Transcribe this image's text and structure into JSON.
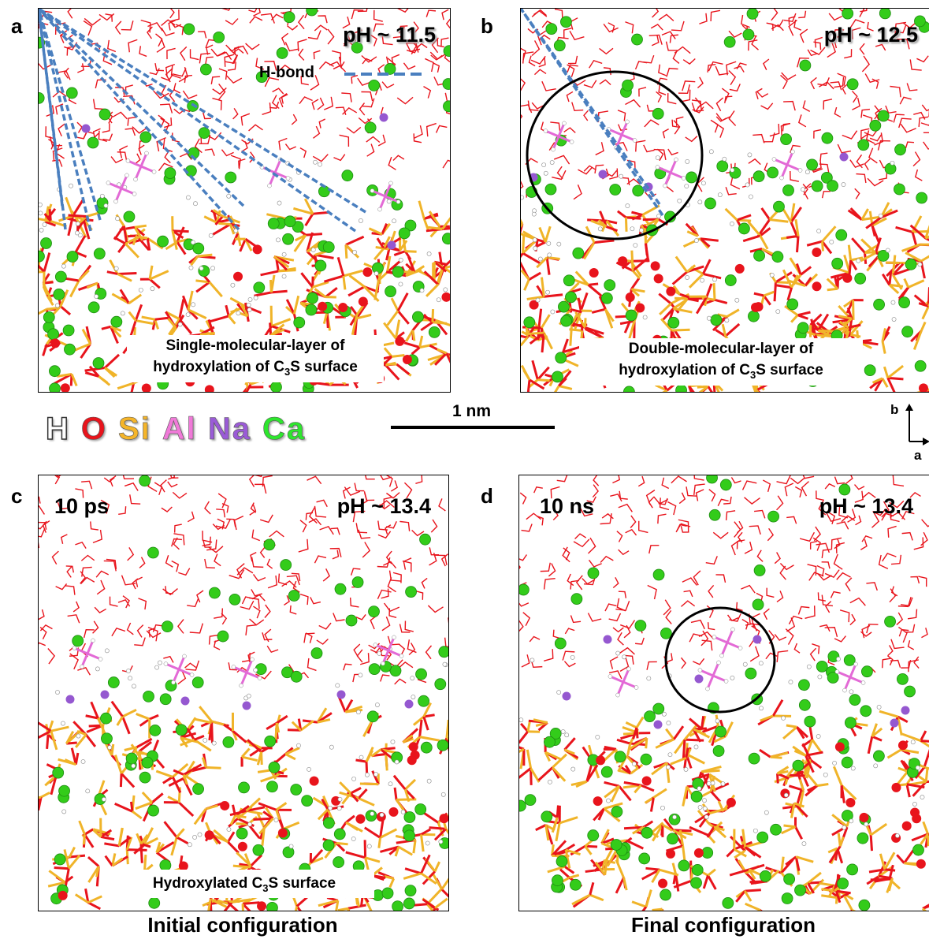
{
  "panels": [
    {
      "letter": "a",
      "ph": "pH ~ 11.5",
      "time": "",
      "caption_line1": "Single-molecular-layer of",
      "caption_line2_pre": "hydroxylation of C",
      "caption_line2_sub": "3",
      "caption_line2_post": "S surface",
      "hbond_label": "H-bond"
    },
    {
      "letter": "b",
      "ph": "pH ~ 12.5",
      "time": "",
      "caption_line1": "Double-molecular-layer of",
      "caption_line2_pre": "hydroxylation of C",
      "caption_line2_sub": "3",
      "caption_line2_post": "S surface"
    },
    {
      "letter": "c",
      "ph": "pH ~ 13.4",
      "time": "10 ps",
      "caption_pre": "Hydroxylated C",
      "caption_sub": "3",
      "caption_post": "S surface"
    },
    {
      "letter": "d",
      "ph": "pH ~ 13.4",
      "time": "10 ns"
    }
  ],
  "legend": [
    {
      "symbol": "H",
      "color": "#ffffff"
    },
    {
      "symbol": "O",
      "color": "#e8141c"
    },
    {
      "symbol": "Si",
      "color": "#f5b52a"
    },
    {
      "symbol": "Al",
      "color": "#f07ad8"
    },
    {
      "symbol": "Na",
      "color": "#9a5bd6"
    },
    {
      "symbol": "Ca",
      "color": "#2ee62e"
    }
  ],
  "scale_bar": "1 nm",
  "axes": {
    "b": "b",
    "a": "a"
  },
  "bottom_labels": {
    "left": "Initial configuration",
    "right": "Final configuration"
  },
  "colors": {
    "water": "#e8141c",
    "ca": "#33cc1a",
    "si": "#f0b429",
    "al": "#e36ad6",
    "na": "#9558d0",
    "hbond": "#4a7fbf"
  }
}
